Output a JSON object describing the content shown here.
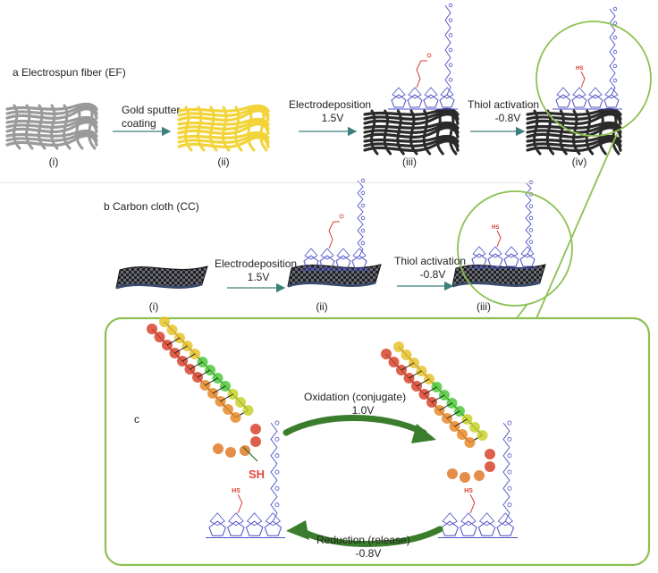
{
  "panel_a": {
    "title": "a   Electrospun fiber (EF)",
    "step1": [
      "Gold sputter",
      "coating"
    ],
    "step2": [
      "Electrodeposition",
      "1.5V"
    ],
    "step3": [
      "Thiol activation",
      "-0.8V"
    ],
    "stages": [
      "(i)",
      "(ii)",
      "(iii)",
      "(iv)"
    ]
  },
  "panel_b": {
    "title": "b   Carbon cloth (CC)",
    "step1": [
      "Electrodeposition",
      "1.5V"
    ],
    "step2": [
      "Thiol activation",
      "-0.8V"
    ],
    "stages": [
      "(i)",
      "(ii)",
      "(iii)"
    ]
  },
  "panel_c": {
    "label": "c",
    "oxidation": [
      "Oxidation (conjugate)",
      "1.0V"
    ],
    "reduction": [
      "Reduction (release)",
      "-0.8V"
    ],
    "thiol": "SH"
  },
  "colors": {
    "accent_green": "#8cc152",
    "arrow_teal": "#3d7f7a",
    "polymer_blue": "#4a4fc4",
    "thiol_red": "#d63b2f",
    "fiber_gray": "#9a9a9a",
    "fiber_gold": "#f2d43a",
    "fiber_dark": "#2a2a2a"
  }
}
